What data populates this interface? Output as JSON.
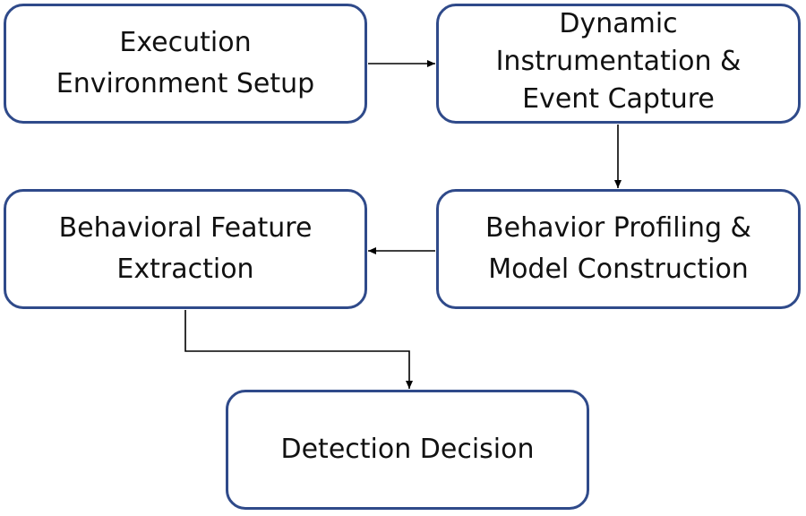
{
  "nodes": {
    "exec": {
      "label": "Execution\nEnvironment Setup"
    },
    "dyn": {
      "label": "Dynamic\nInstrumentation &\nEvent Capture"
    },
    "prof": {
      "label": "Behavior Profiling &\nModel Construction"
    },
    "feat": {
      "label": "Behavioral Feature\nExtraction"
    },
    "detect": {
      "label": "Detection Decision"
    }
  },
  "colors": {
    "node_border": "#2F4A8A",
    "edge": "#000000",
    "text": "#111111"
  },
  "edges": [
    {
      "from": "exec",
      "to": "dyn"
    },
    {
      "from": "dyn",
      "to": "prof"
    },
    {
      "from": "prof",
      "to": "feat"
    },
    {
      "from": "feat",
      "to": "detect"
    }
  ]
}
